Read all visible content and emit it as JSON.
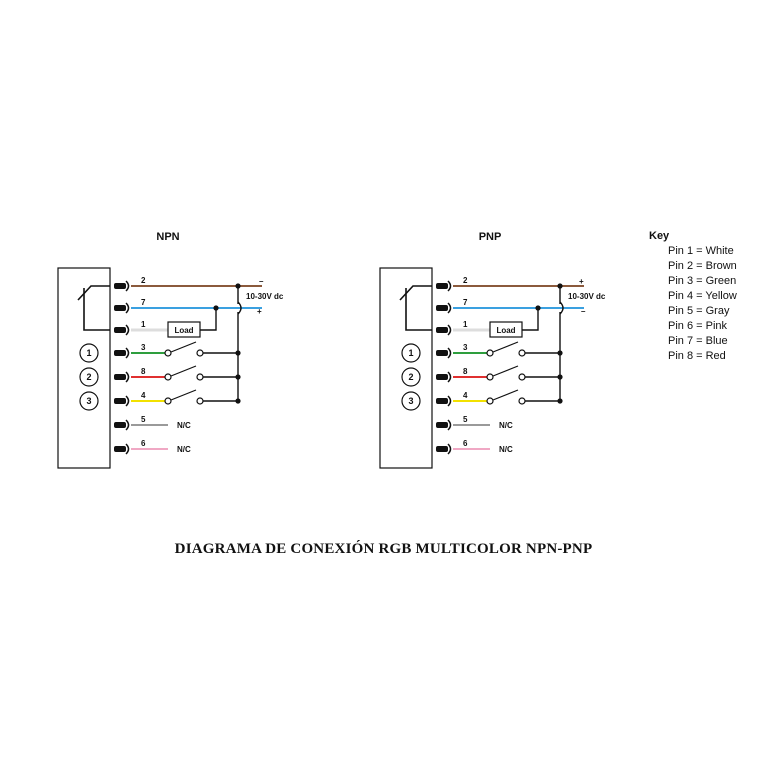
{
  "panels": [
    {
      "title": "NPN",
      "pins": [
        "2",
        "7",
        "1",
        "3",
        "8",
        "4",
        "5",
        "6"
      ],
      "load_label": "Load",
      "supply_label": "10-30V dc",
      "supply_top_sign": "–",
      "supply_bottom_sign": "+",
      "nc_label_5": "N/C",
      "nc_label_6": "N/C",
      "circles": [
        "1",
        "2",
        "3"
      ]
    },
    {
      "title": "PNP",
      "pins": [
        "2",
        "7",
        "1",
        "3",
        "8",
        "4",
        "5",
        "6"
      ],
      "load_label": "Load",
      "supply_label": "10-30V dc",
      "supply_top_sign": "+",
      "supply_bottom_sign": "–",
      "nc_label_5": "N/C",
      "nc_label_6": "N/C",
      "circles": [
        "1",
        "2",
        "3"
      ]
    }
  ],
  "key": {
    "title": "Key",
    "items": [
      "Pin 1 = White",
      "Pin 2 = Brown",
      "Pin 3 = Green",
      "Pin 4 = Yellow",
      "Pin 5 = Gray",
      "Pin 6 = Pink",
      "Pin 7 = Blue",
      "Pin 8 = Red"
    ]
  },
  "caption": "DIAGRAMA DE CONEXIÓN RGB MULTICOLOR NPN-PNP",
  "colors": {
    "white": "#dcdcdc",
    "brown": "#8b5a3c",
    "green": "#2e9e3e",
    "yellow": "#f2e100",
    "gray": "#9a9a9a",
    "pink": "#f0a8c4",
    "blue": "#3aa0e0",
    "red": "#e03030",
    "line": "#111111"
  }
}
